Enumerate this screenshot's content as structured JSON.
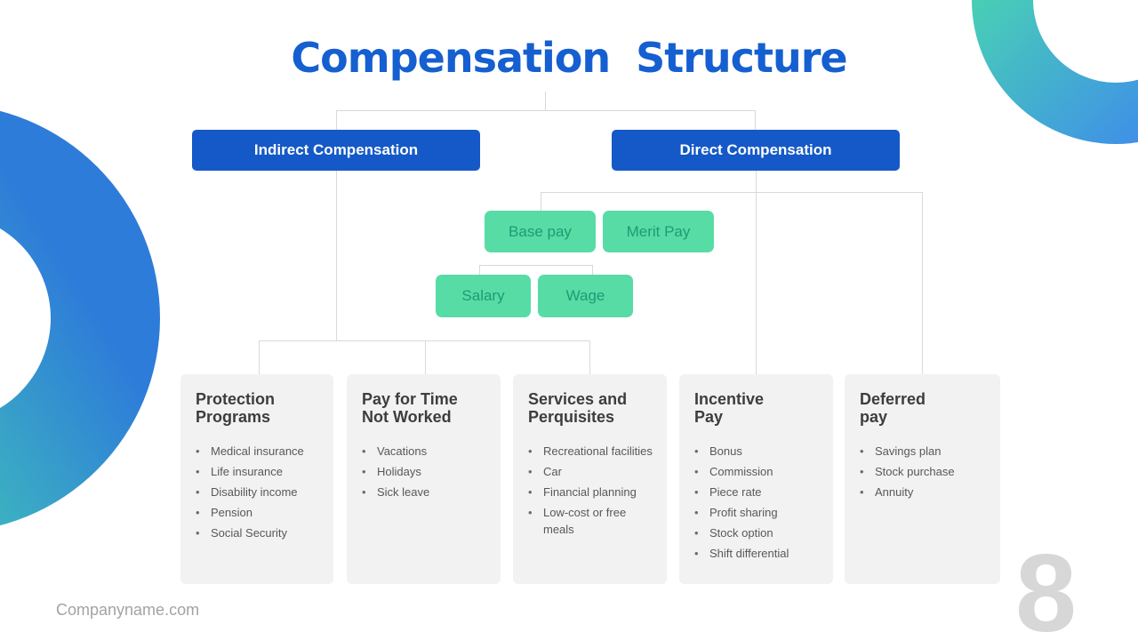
{
  "slide": {
    "title": "Compensation Structure",
    "footer": "Companyname.com",
    "page_number": "8"
  },
  "tree": {
    "indirect": {
      "label": "Indirect Compensation"
    },
    "direct": {
      "label": "Direct Compensation"
    },
    "base_pay": {
      "label": "Base pay"
    },
    "merit_pay": {
      "label": "Merit Pay"
    },
    "salary": {
      "label": "Salary"
    },
    "wage": {
      "label": "Wage"
    },
    "cards": [
      {
        "title": "Protection\nPrograms",
        "items": [
          "Medical insurance",
          "Life insurance",
          "Disability income",
          "Pension",
          "Social Security"
        ]
      },
      {
        "title": "Pay for Time\nNot Worked",
        "items": [
          "Vacations",
          "Holidays",
          "Sick leave"
        ]
      },
      {
        "title": "Services and\nPerquisites",
        "items": [
          "Recreational facilities",
          "Car",
          "Financial planning",
          "Low-cost or free meals"
        ]
      },
      {
        "title": "Incentive\nPay",
        "items": [
          "Bonus",
          "Commission",
          "Piece rate",
          "Profit sharing",
          "Stock option",
          "Shift differential"
        ]
      },
      {
        "title": "Deferred\npay",
        "items": [
          "Savings plan",
          "Stock purchase",
          "Annuity"
        ]
      }
    ]
  },
  "colors": {
    "title_blue": "#155FD0",
    "node_blue": "#1459C7",
    "node_green": "#58DCA6",
    "green_text": "#1E9B73",
    "connector_gray": "#D9D9D9",
    "card_bg": "#F2F2F2",
    "card_title_text": "#3D3D3D",
    "bullet_text": "#585858",
    "gradient_green": "#49E3AB",
    "gradient_blue": "#2E7CD9",
    "page_number_gray": "#D7D7D7"
  }
}
